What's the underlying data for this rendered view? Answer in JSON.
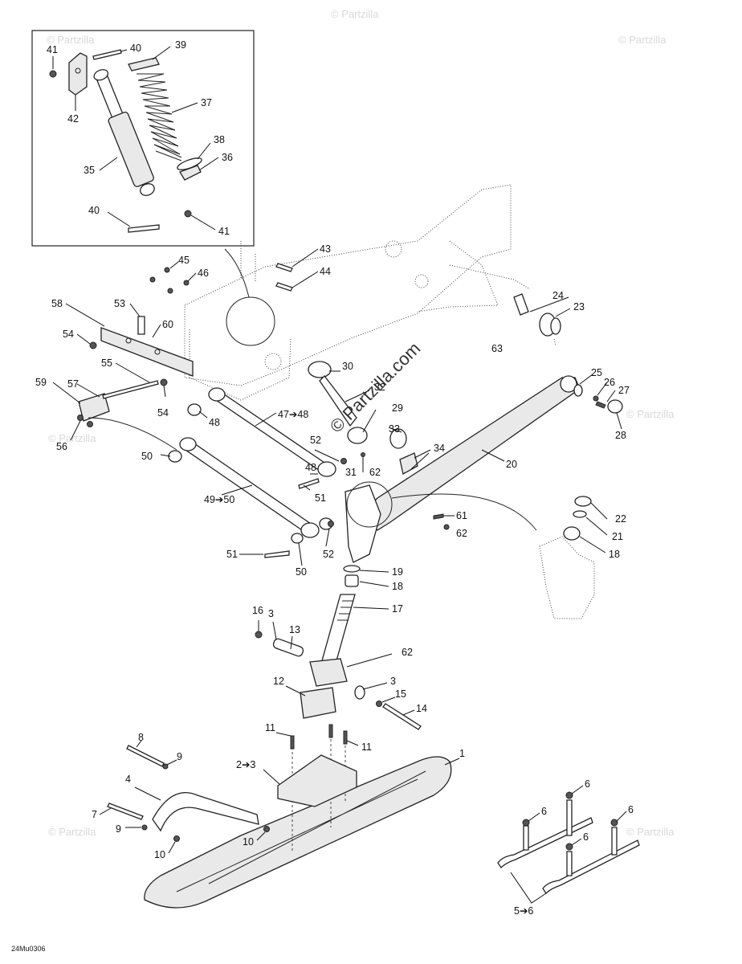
{
  "diagram": {
    "drawing_code": "24Mu0306",
    "site_watermark": "© Partzilla.com",
    "corner_watermark": "© Partzilla",
    "callouts": {
      "c1": "1",
      "c2to3": "2➔3",
      "c3a": "3",
      "c3b": "3",
      "c4": "4",
      "c5to6": "5➔6",
      "c6a": "6",
      "c6b": "6",
      "c6c": "6",
      "c6d": "6",
      "c7": "7",
      "c8": "8",
      "c9a": "9",
      "c9b": "9",
      "c10a": "10",
      "c10b": "10",
      "c11a": "11",
      "c11b": "11",
      "c12": "12",
      "c13": "13",
      "c14": "14",
      "c15": "15",
      "c16": "16",
      "c17": "17",
      "c18a": "18",
      "c18b": "18",
      "c19": "19",
      "c20": "20",
      "c21": "21",
      "c22": "22",
      "c23": "23",
      "c24": "24",
      "c25": "25",
      "c26": "26",
      "c27": "27",
      "c28": "28",
      "c29": "29",
      "c30": "30",
      "c31": "31",
      "c32": "32",
      "c33": "33",
      "c34": "34",
      "c35": "35",
      "c36": "36",
      "c37": "37",
      "c38": "38",
      "c39": "39",
      "c40a": "40",
      "c40b": "40",
      "c41a": "41",
      "c41b": "41",
      "c42": "42",
      "c43": "43",
      "c44": "44",
      "c45": "45",
      "c46": "46",
      "c47to48": "47➔48",
      "c48a": "48",
      "c48b": "48",
      "c49to50": "49➔50",
      "c50a": "50",
      "c50b": "50",
      "c51a": "51",
      "c51b": "51",
      "c52a": "52",
      "c52b": "52",
      "c53": "53",
      "c54a": "54",
      "c54b": "54",
      "c55": "55",
      "c56": "56",
      "c57": "57",
      "c58": "58",
      "c59": "59",
      "c60": "60",
      "c61": "61",
      "c62a": "62",
      "c62b": "62",
      "c62c": "62",
      "c63": "63"
    }
  }
}
